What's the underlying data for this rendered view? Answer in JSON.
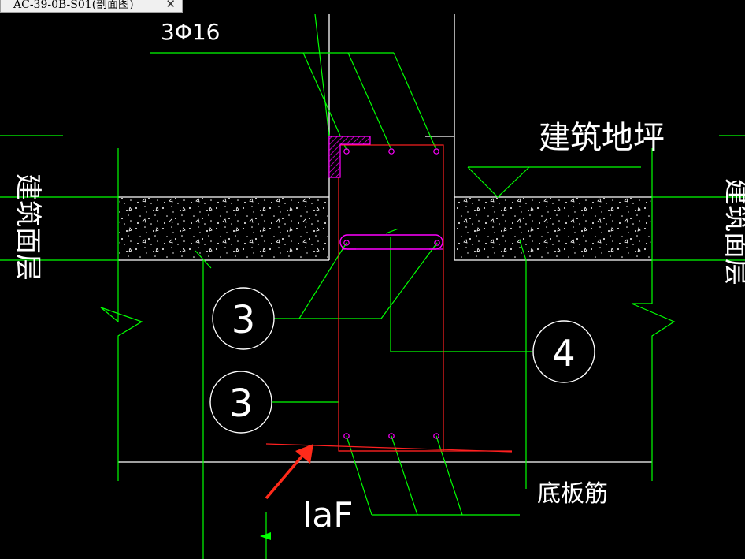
{
  "tab": {
    "title": "AC-39-0B-S01(剖面图)",
    "close_symbol": "✕"
  },
  "labels": {
    "rebar_top": "3Φ16",
    "ground_floor": "建筑地坪",
    "bottom_rebar": "底板筋",
    "anchor_length": "laF",
    "left_vertical": "建筑面层",
    "right_vertical": "建筑面层"
  },
  "callouts": [
    {
      "id": "3"
    },
    {
      "id": "3"
    },
    {
      "id": "4"
    }
  ],
  "colors": {
    "background": "#000000",
    "line_white": "#ffffff",
    "line_green": "#00ff00",
    "line_red": "#ff2020",
    "line_magenta": "#ff00ff",
    "arrow_red": "#ff2a1a"
  }
}
